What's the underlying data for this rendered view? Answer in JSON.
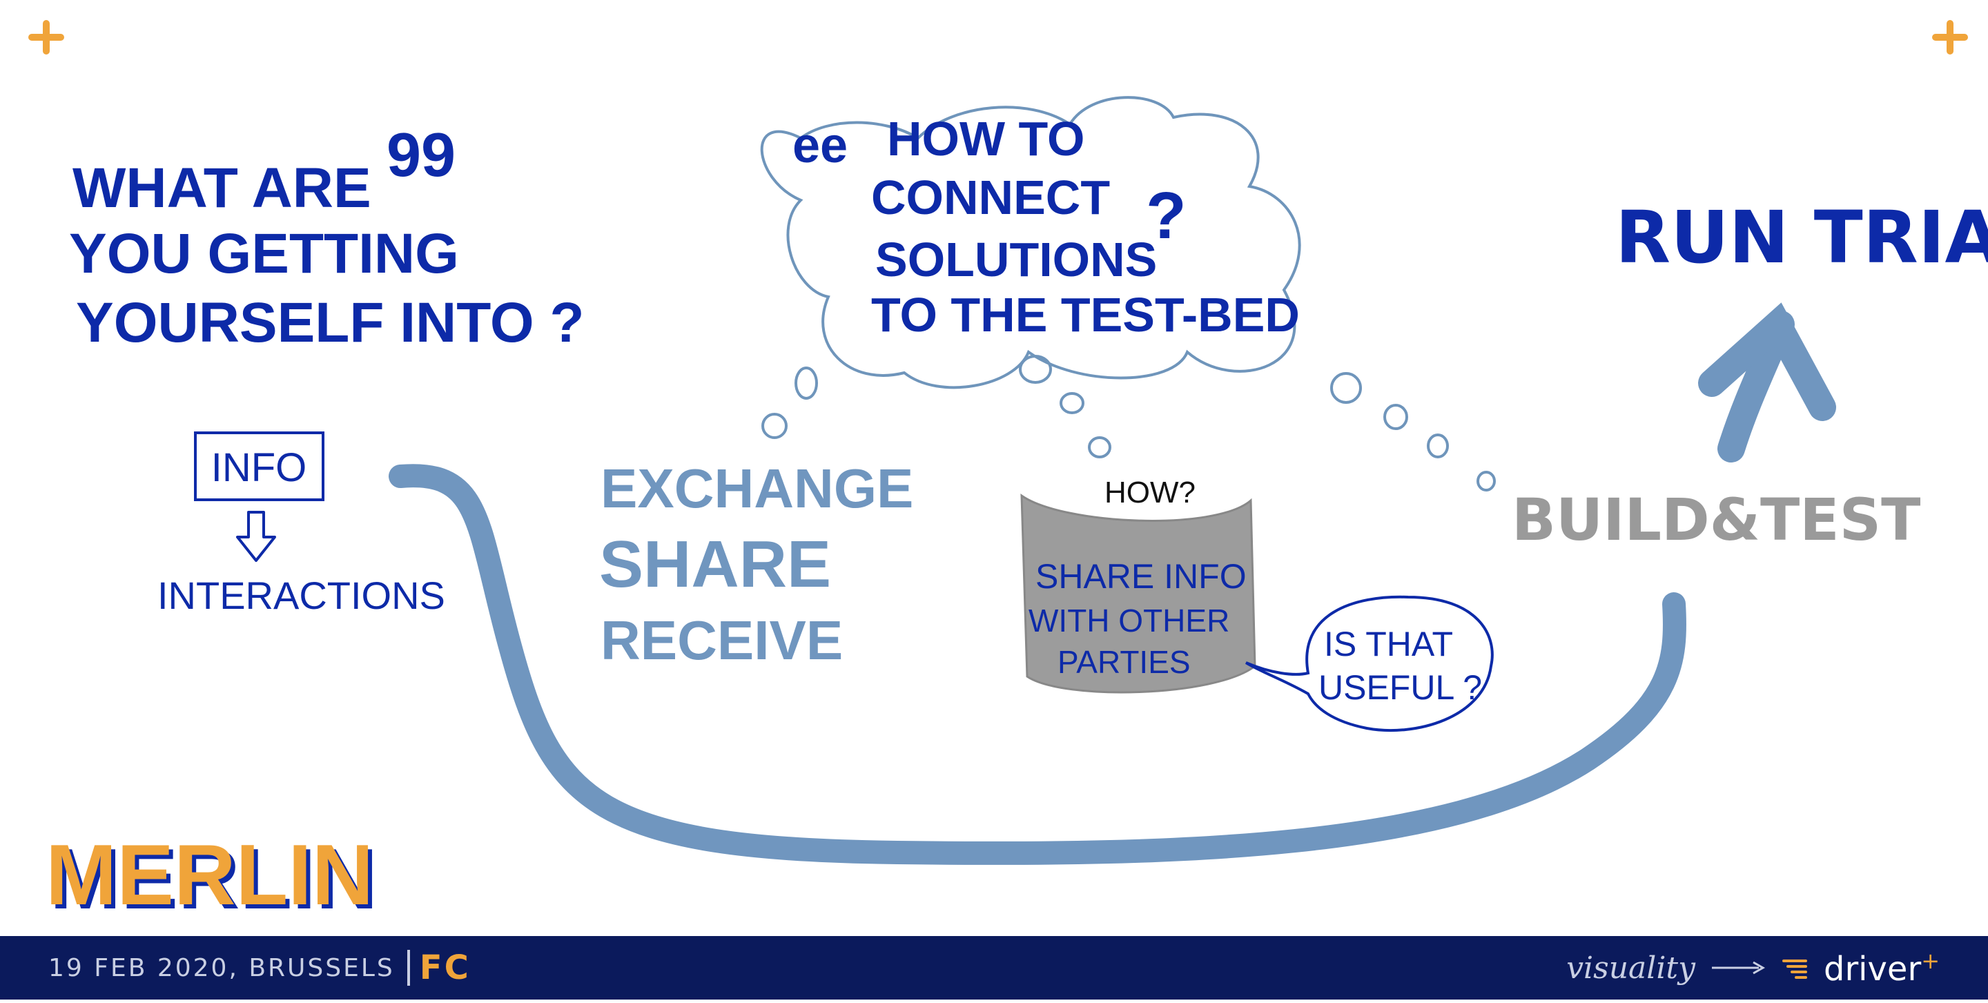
{
  "heading_left": {
    "line1": "WHAT ARE",
    "line2": "YOU GETTING",
    "line3": "YOURSELF INTO ?",
    "quote_mark": "99"
  },
  "info_box": {
    "label": "INFO"
  },
  "interactions": {
    "label": "INTERACTIONS"
  },
  "thought_bubble": {
    "quote_mark": "ee",
    "line1": "HOW TO",
    "line2": "CONNECT",
    "line3": "SOLUTIONS",
    "line4": "TO THE TEST-BED",
    "question": "?"
  },
  "exchange": {
    "line1": "EXCHANGE",
    "line2": "SHARE",
    "line3": "RECEIVE"
  },
  "scroll": {
    "caption": "HOW?",
    "line1": "SHARE INFO",
    "line2": "WITH OTHER",
    "line3": "PARTIES"
  },
  "speech_bubble": {
    "line1": "IS THAT",
    "line2": "USEFUL ?"
  },
  "build_test": {
    "label": "BUILD&TEST"
  },
  "run_trial": {
    "label": "RUN TRIAL"
  },
  "brand": {
    "label": "MERLIN"
  },
  "footer": {
    "date_location": "19 FEB 2020, BRUSSELS",
    "initials": "FC",
    "visuality": "visuality",
    "driver": "driver",
    "driver_plus": "+"
  },
  "colors": {
    "navy": "#0d2aa8",
    "steel_blue": "#7096bf",
    "grey": "#9a9a9a",
    "orange": "#f0a43a",
    "footer_bg": "#0b1a5c"
  },
  "icons": [
    "plus-icon",
    "down-arrow-icon",
    "up-arrow-icon",
    "thought-cloud-icon",
    "speech-bubble-icon",
    "scroll-icon"
  ]
}
